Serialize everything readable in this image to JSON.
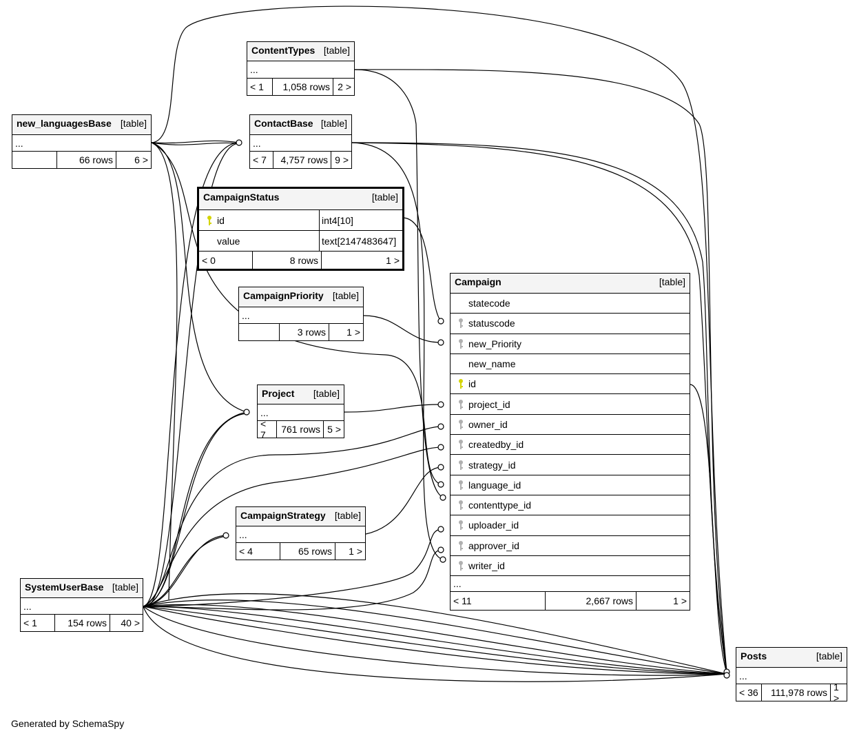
{
  "footer_note": "Generated by SchemaSpy",
  "colors": {
    "primary_key": "#d4d400",
    "foreign_key": "#b0b0b0",
    "header_bg": "#f4f4f4"
  },
  "tables": {
    "ContentTypes": {
      "name": "ContentTypes",
      "kind": "[table]",
      "columns": [],
      "more": "...",
      "footer": [
        "< 1",
        "1,058 rows",
        "2 >"
      ]
    },
    "new_languagesBase": {
      "name": "new_languagesBase",
      "kind": "[table]",
      "columns": [],
      "more": "...",
      "footer": [
        "",
        "66 rows",
        "6 >"
      ]
    },
    "ContactBase": {
      "name": "ContactBase",
      "kind": "[table]",
      "columns": [],
      "more": "...",
      "footer": [
        "< 7",
        "4,757 rows",
        "9 >"
      ]
    },
    "CampaignStatus": {
      "name": "CampaignStatus",
      "kind": "[table]",
      "columns": [
        {
          "name": "id",
          "key": "primary",
          "type": "int4[10]"
        },
        {
          "name": "value",
          "key": "",
          "type": "text[2147483647]"
        }
      ],
      "footer": [
        "< 0",
        "8 rows",
        "1 >"
      ]
    },
    "CampaignPriority": {
      "name": "CampaignPriority",
      "kind": "[table]",
      "columns": [],
      "more": "...",
      "footer": [
        "",
        "3 rows",
        "1 >"
      ]
    },
    "Project": {
      "name": "Project",
      "kind": "[table]",
      "columns": [],
      "more": "...",
      "footer": [
        "< 7",
        "761 rows",
        "5 >"
      ]
    },
    "CampaignStrategy": {
      "name": "CampaignStrategy",
      "kind": "[table]",
      "columns": [],
      "more": "...",
      "footer": [
        "< 4",
        "65 rows",
        "1 >"
      ]
    },
    "SystemUserBase": {
      "name": "SystemUserBase",
      "kind": "[table]",
      "columns": [],
      "more": "...",
      "footer": [
        "< 1",
        "154 rows",
        "40 >"
      ]
    },
    "Campaign": {
      "name": "Campaign",
      "kind": "[table]",
      "columns": [
        {
          "name": "statecode",
          "key": ""
        },
        {
          "name": "statuscode",
          "key": "foreign"
        },
        {
          "name": "new_Priority",
          "key": "foreign"
        },
        {
          "name": "new_name",
          "key": ""
        },
        {
          "name": "id",
          "key": "primary"
        },
        {
          "name": "project_id",
          "key": "foreign"
        },
        {
          "name": "owner_id",
          "key": "foreign"
        },
        {
          "name": "createdby_id",
          "key": "foreign"
        },
        {
          "name": "strategy_id",
          "key": "foreign"
        },
        {
          "name": "language_id",
          "key": "foreign"
        },
        {
          "name": "contenttype_id",
          "key": "foreign"
        },
        {
          "name": "uploader_id",
          "key": "foreign"
        },
        {
          "name": "approver_id",
          "key": "foreign"
        },
        {
          "name": "writer_id",
          "key": "foreign"
        }
      ],
      "more": "...",
      "footer": [
        "< 11",
        "2,667 rows",
        "1 >"
      ]
    },
    "Posts": {
      "name": "Posts",
      "kind": "[table]",
      "columns": [],
      "more": "...",
      "footer": [
        "< 36",
        "111,978 rows",
        "1 >"
      ]
    }
  }
}
